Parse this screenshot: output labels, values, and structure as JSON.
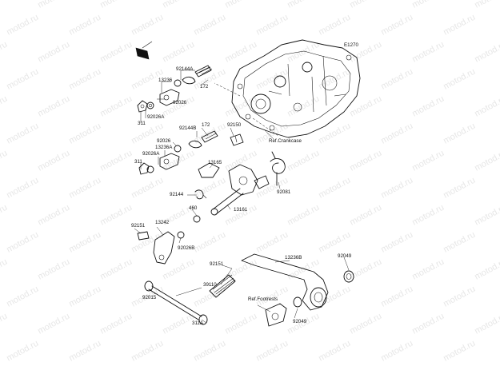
{
  "diagram": {
    "code": "E1270",
    "watermark": "motod.ru",
    "refs": {
      "crankcase": "Ref.Crankcase",
      "footrests": "Ref.Footrests"
    },
    "labels": {
      "p92144A": "92144A",
      "p172a": "172",
      "p13236": "13236",
      "p92026a": "92026",
      "p311a": "311",
      "p92026Aa": "92026A",
      "p92144B": "92144B",
      "p172b": "172",
      "p92150": "92150",
      "p92026b": "92026",
      "p13236A": "13236A",
      "p92026Ab": "92026A",
      "p311b": "311",
      "p13165": "13165",
      "p92144": "92144",
      "p460": "460",
      "p13161": "13161",
      "p92081": "92081",
      "p92151a": "92151",
      "p13242": "13242",
      "p92026B": "92026B",
      "p92151b": "92151",
      "p13236B": "13236B",
      "p92049a": "92049",
      "p39110": "39110",
      "p92015": "92015",
      "p92049b": "92049",
      "p311A": "311A"
    }
  }
}
